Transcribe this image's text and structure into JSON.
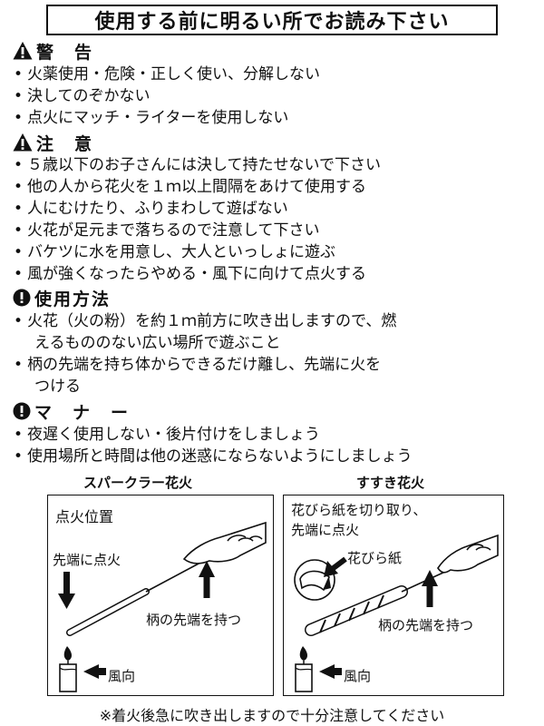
{
  "header": {
    "title": "使用する前に明るい所でお読み下さい"
  },
  "warning": {
    "title": "警　告",
    "icon": "warning-triangle-icon",
    "items": [
      "火薬使用・危険・正しく使い、分解しない",
      "決してのぞかない",
      "点火にマッチ・ライターを使用しない"
    ]
  },
  "caution": {
    "title": "注　意",
    "icon": "warning-triangle-icon",
    "items": [
      "５歳以下のお子さんには決して持たせないで下さい",
      "他の人から花火を１ｍ以上間隔をあけて使用する",
      "人にむけたり、ふりまわして遊ばない",
      "火花が足元まで落ちるので注意して下さい",
      "バケツに水を用意し、大人といっしょに遊ぶ",
      "風が強くなったらやめる・風下に向けて点火する"
    ]
  },
  "usage": {
    "title": "使用方法",
    "icon": "exclamation-circle-icon",
    "items": [
      {
        "line1": "火花（火の粉）を約１ｍ前方に吹き出しますので、燃",
        "line2": "えるもののない広い場所で遊ぶこと"
      },
      {
        "line1": "柄の先端を持ち体からできるだけ離し、先端に火を",
        "line2": "つける"
      }
    ]
  },
  "manners": {
    "title": "マ　ナ　ー",
    "icon": "exclamation-circle-icon",
    "items": [
      "夜遅く使用しない・後片付けをしましょう",
      "使用場所と時間は他の迷惑にならないようにしましょう"
    ]
  },
  "diagrams": {
    "left": {
      "title": "スパークラー花火",
      "ignition_position": "点火位置",
      "light_tip": "先端に点火",
      "hold_handle": "柄の先端を持つ",
      "wind": "風向"
    },
    "right": {
      "title": "すすき花火",
      "instruction_line1": "花びら紙を切り取り、",
      "instruction_line2": "先端に点火",
      "petal_paper": "花びら紙",
      "hold_handle": "柄の先端を持つ",
      "wind": "風向"
    }
  },
  "footer": {
    "note": "※着火後急に吹き出しますので十分注意してください"
  },
  "colors": {
    "ink": "#111111",
    "paper": "#ffffff"
  }
}
